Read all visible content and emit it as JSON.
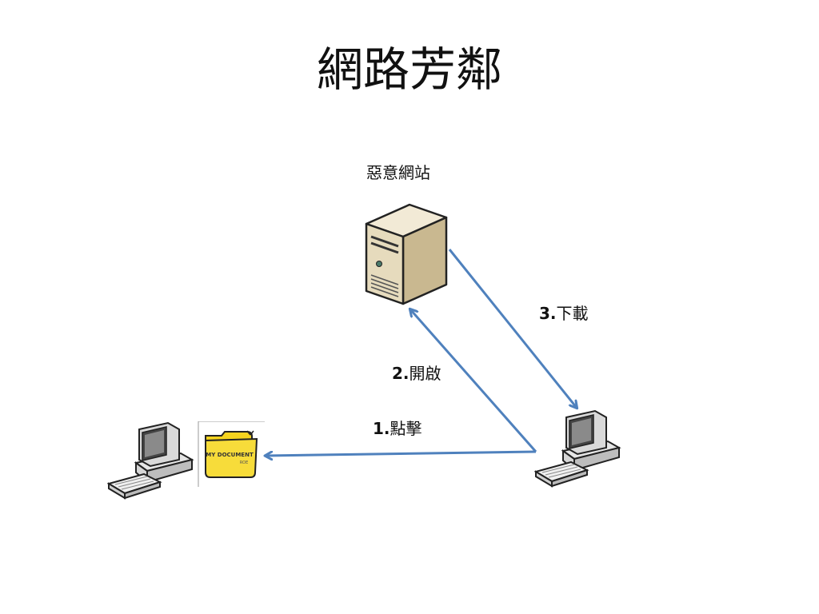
{
  "title": "網路芳鄰",
  "nodes": {
    "malicious_site": {
      "label": "惡意網站",
      "icon": "server-icon"
    },
    "victim_pc": {
      "icon": "desktop-computer-icon"
    },
    "attacker_pc": {
      "icon": "desktop-computer-icon"
    },
    "shared_folder": {
      "icon": "folder-icon",
      "label": "MY DOCUMENT",
      "sublabel": "ROE"
    }
  },
  "steps": [
    {
      "num": "1.",
      "text": "點擊"
    },
    {
      "num": "2.",
      "text": "開啟"
    },
    {
      "num": "3.",
      "text": "下載"
    }
  ],
  "colors": {
    "arrow": "#4f81bd",
    "folder": "#f5d31e",
    "server": "#e8dcc0"
  }
}
